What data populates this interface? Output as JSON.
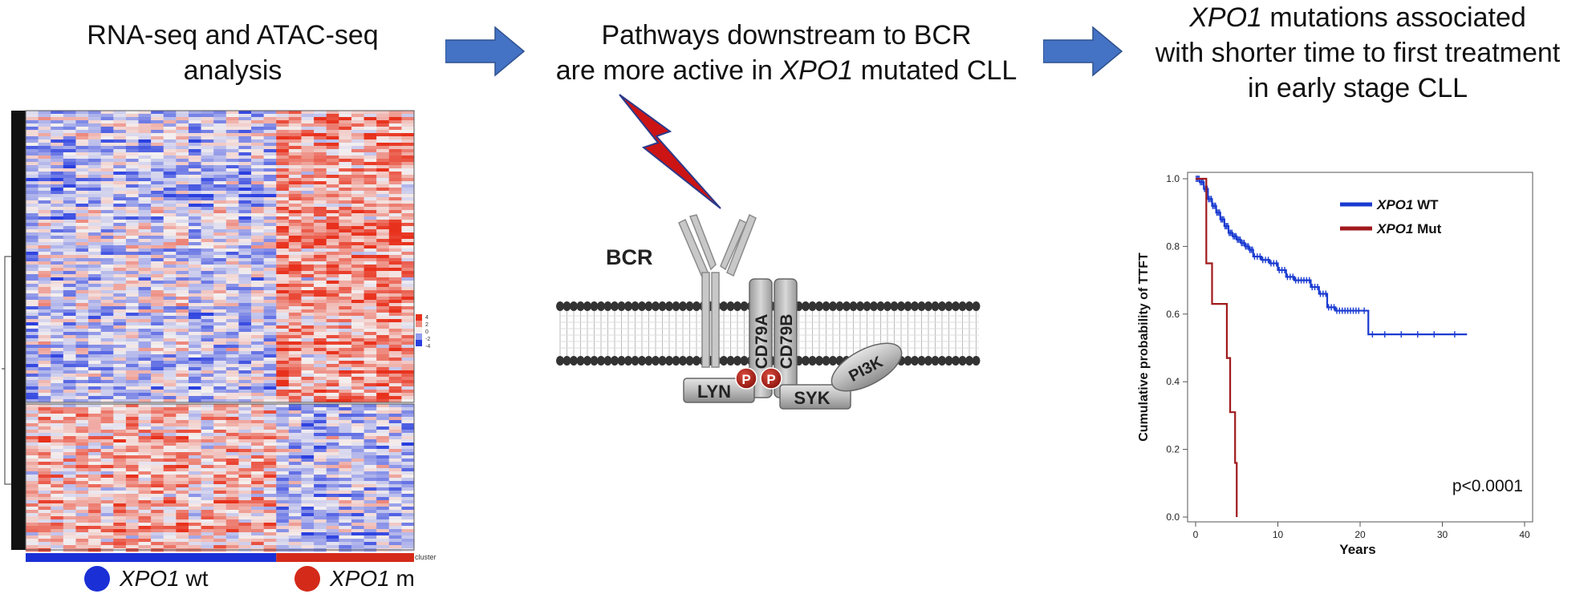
{
  "panels": {
    "p1": {
      "title_lines": [
        "RNA-seq and ATAC-seq",
        "analysis"
      ]
    },
    "p2": {
      "title_line1": "Pathways downstream to BCR",
      "title_line2_pre": "are more active in ",
      "title_line2_em": "XPO1",
      "title_line2_post": " mutated CLL"
    },
    "p3": {
      "title_line1_em": "XPO1",
      "title_line1_post": " mutations associated",
      "title_line2": "with shorter time to first treatment",
      "title_line3": "in early stage CLL"
    }
  },
  "heatmap": {
    "scale_ticks": [
      "4",
      "2",
      "0",
      "-2",
      "-4"
    ],
    "cluster_label": "cluster",
    "colors": {
      "high": "#e8311c",
      "mid": "#f4f0f0",
      "low": "#2a3fe0"
    },
    "groups": [
      {
        "em": "XPO1",
        "text": " wt",
        "color": "#1a30d6",
        "columns": 20
      },
      {
        "em": "XPO1",
        "text": " m",
        "color": "#d42a1a",
        "columns": 11
      }
    ]
  },
  "bcr": {
    "label": "BCR",
    "cd79a": "CD79A",
    "cd79b": "CD79B",
    "lyn": "LYN",
    "syk": "SYK",
    "pi3k": "PI3K",
    "phospho": "P",
    "phospho_color": "#b01a12"
  },
  "km": {
    "legend": [
      {
        "em": "XPO1",
        "text": " WT",
        "color": "#1a3bd1"
      },
      {
        "em": "XPO1",
        "text": " Mut",
        "color": "#a0191c"
      }
    ],
    "pvalue": "p<0.0001"
  },
  "chart_data": {
    "type": "line",
    "title": "",
    "xlabel": "Years",
    "ylabel": "Cumulative probability of TTFT",
    "xlim": [
      0,
      40
    ],
    "ylim": [
      0,
      1.0
    ],
    "xticks": [
      "0",
      "10",
      "20",
      "30",
      "40"
    ],
    "yticks": [
      "0.0",
      "0.2",
      "0.4",
      "0.6",
      "0.8",
      "1.0"
    ],
    "step": true,
    "series": [
      {
        "name": "XPO1 WT",
        "color": "#1a3bd1",
        "x": [
          0,
          0.5,
          1,
          1.5,
          2,
          2.5,
          3,
          3.5,
          4,
          4.5,
          5,
          5.5,
          6,
          6.5,
          7,
          8,
          9,
          10,
          11,
          12,
          13,
          14,
          15,
          16,
          17,
          18,
          19,
          20,
          21,
          22,
          24,
          26,
          28,
          30,
          33
        ],
        "y": [
          1.0,
          0.99,
          0.97,
          0.94,
          0.92,
          0.9,
          0.88,
          0.86,
          0.84,
          0.83,
          0.82,
          0.81,
          0.8,
          0.79,
          0.77,
          0.76,
          0.75,
          0.73,
          0.71,
          0.7,
          0.7,
          0.68,
          0.66,
          0.62,
          0.61,
          0.61,
          0.61,
          0.61,
          0.54,
          0.54,
          0.54,
          0.54,
          0.54,
          0.54,
          0.54
        ]
      },
      {
        "name": "XPO1 Mut",
        "color": "#a0191c",
        "x": [
          0,
          0.8,
          1.3,
          2.0,
          3.0,
          3.8,
          4.2,
          4.8,
          5.0
        ],
        "y": [
          1.0,
          1.0,
          0.75,
          0.63,
          0.63,
          0.47,
          0.31,
          0.16,
          0.0
        ]
      }
    ]
  }
}
